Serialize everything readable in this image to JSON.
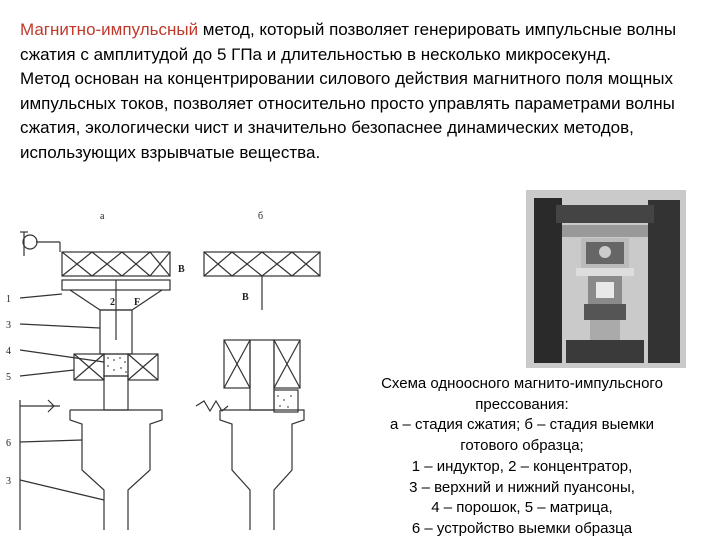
{
  "intro": {
    "highlight": "Магнитно-импульсный",
    "line1_rest": " метод, который позволяет генерировать импульсные волны сжатия с амплитудой до 5 ГПа и длительностью в несколько микросекунд.",
    "line2": "Метод основан на концентрировании силового действия магнитного поля мощных импульсных токов, позволяет относительно просто управлять параметрами волны сжатия, экологически чист и значительно безопаснее динамических методов, использующих взрывчатые вещества."
  },
  "caption": {
    "lines": [
      "Схема одноосного магнито-импульсного",
      "прессования:",
      "а – стадия сжатия; б – стадия выемки",
      "готового образца;",
      "1 – индуктор, 2 – концентратор,",
      "3 – верхний и нижний пуансоны,",
      "4 – порошок, 5 – матрица,",
      "6 – устройство выемки образца"
    ]
  },
  "diagram": {
    "label_a": "а",
    "label_b": "б",
    "label_B": "В",
    "label_F": "F",
    "label_2": "2",
    "numbers": [
      "1",
      "3",
      "4",
      "5",
      "6",
      "3"
    ]
  },
  "colors": {
    "highlight": "#c0392b",
    "text": "#000000"
  }
}
